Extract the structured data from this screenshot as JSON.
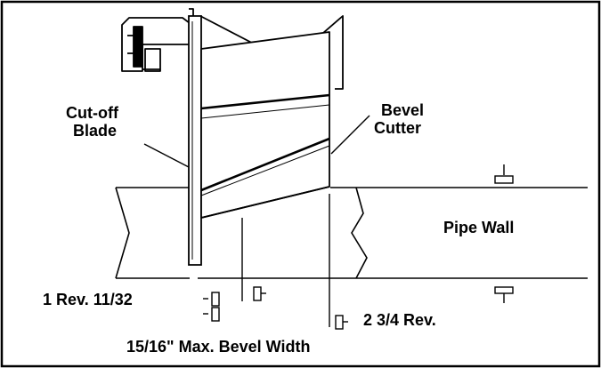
{
  "labels": {
    "cutoff_blade_line1": "Cut-off",
    "cutoff_blade_line2": "Blade",
    "bevel_cutter_line1": "Bevel",
    "bevel_cutter_line2": "Cutter",
    "pipe_wall": "Pipe Wall",
    "rev_1": "1 Rev. 11/32",
    "rev_2": "2 3/4 Rev.",
    "max_bevel": "15/16\" Max. Bevel Width"
  },
  "colors": {
    "stroke": "#000000",
    "background": "#ffffff"
  }
}
